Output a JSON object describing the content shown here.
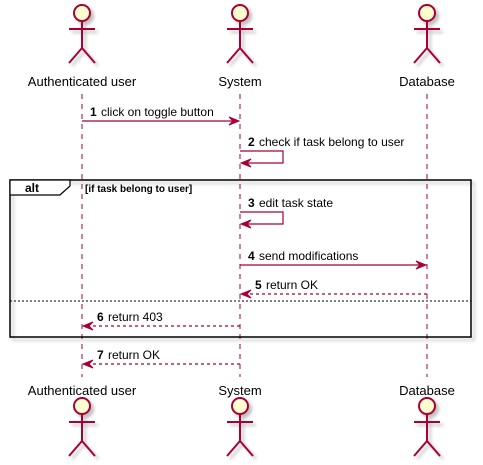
{
  "colors": {
    "actor_fill": "#FEFECE",
    "actor_stroke": "#A80036",
    "lifeline": "#A80036",
    "arrow": "#A80036",
    "fragment_border": "#000000",
    "shadow": "#D0D0D0"
  },
  "participants": [
    {
      "id": "user",
      "name": "Authenticated user",
      "icon": "actor-stick-figure-icon"
    },
    {
      "id": "system",
      "name": "System",
      "icon": "actor-stick-figure-icon"
    },
    {
      "id": "db",
      "name": "Database",
      "icon": "actor-stick-figure-icon"
    }
  ],
  "fragment": {
    "type": "alt",
    "label": "alt",
    "guard": "[if task belong to user]"
  },
  "messages": [
    {
      "num": "1",
      "text": "click on toggle button",
      "from": "user",
      "to": "system",
      "style": "solid"
    },
    {
      "num": "2",
      "text": "check if task belong to user",
      "from": "system",
      "to": "system",
      "style": "solid"
    },
    {
      "num": "3",
      "text": "edit task state",
      "from": "system",
      "to": "system",
      "style": "solid"
    },
    {
      "num": "4",
      "text": "send modifications",
      "from": "system",
      "to": "db",
      "style": "solid"
    },
    {
      "num": "5",
      "text": "return OK",
      "from": "db",
      "to": "system",
      "style": "dashed"
    },
    {
      "num": "6",
      "text": "return 403",
      "from": "system",
      "to": "user",
      "style": "dashed"
    },
    {
      "num": "7",
      "text": "return OK",
      "from": "system",
      "to": "user",
      "style": "dashed"
    }
  ]
}
